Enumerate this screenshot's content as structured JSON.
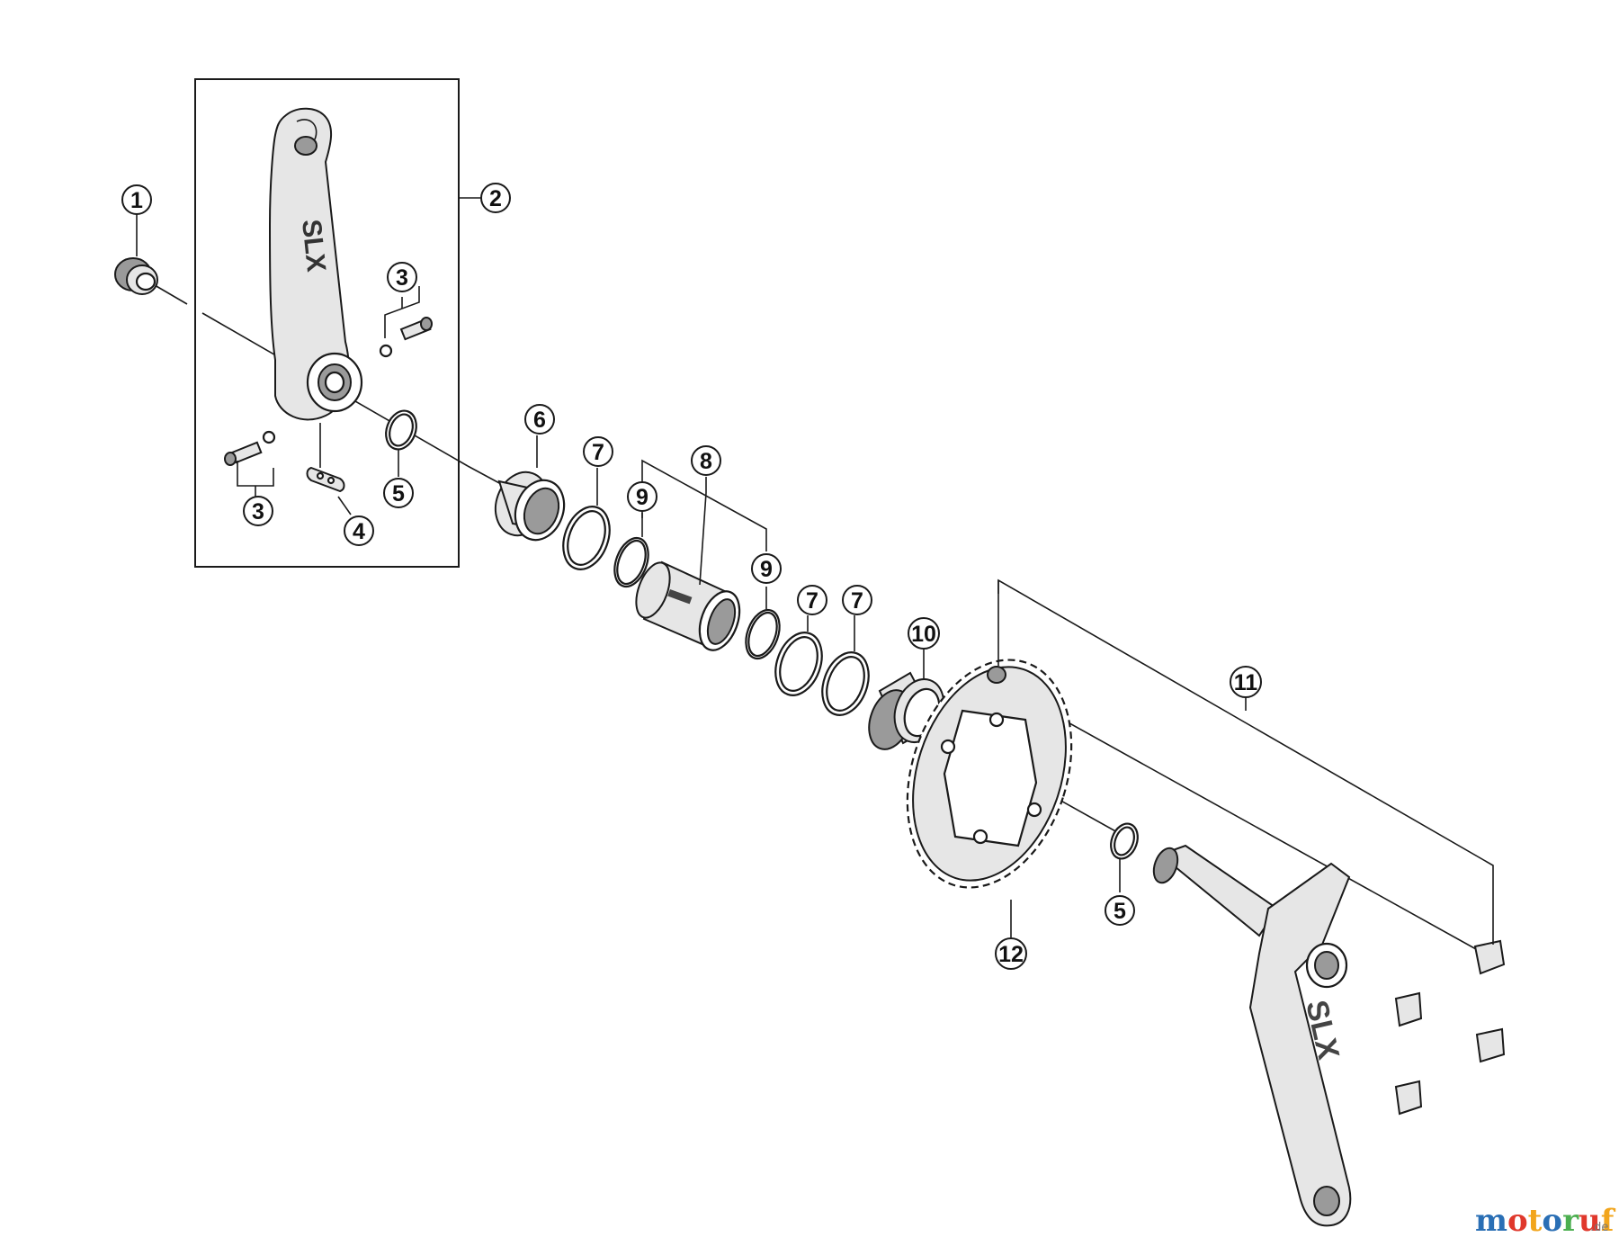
{
  "callouts": [
    {
      "id": "1",
      "label": "1"
    },
    {
      "id": "2",
      "label": "2"
    },
    {
      "id": "3a",
      "label": "3"
    },
    {
      "id": "3b",
      "label": "3"
    },
    {
      "id": "4",
      "label": "4"
    },
    {
      "id": "5a",
      "label": "5"
    },
    {
      "id": "5b",
      "label": "5"
    },
    {
      "id": "6",
      "label": "6"
    },
    {
      "id": "7a",
      "label": "7"
    },
    {
      "id": "7b",
      "label": "7"
    },
    {
      "id": "7c",
      "label": "7"
    },
    {
      "id": "8",
      "label": "8"
    },
    {
      "id": "9a",
      "label": "9"
    },
    {
      "id": "9b",
      "label": "9"
    },
    {
      "id": "10",
      "label": "10"
    },
    {
      "id": "11",
      "label": "11"
    },
    {
      "id": "12",
      "label": "12"
    }
  ],
  "watermark": {
    "text_parts": [
      {
        "text": "m",
        "color": "#2a6fb5"
      },
      {
        "text": "o",
        "color": "#e0382c"
      },
      {
        "text": "t",
        "color": "#f2a51c"
      },
      {
        "text": "o",
        "color": "#2a6fb5"
      },
      {
        "text": "r",
        "color": "#4caf50"
      },
      {
        "text": "u",
        "color": "#e0382c"
      },
      {
        "text": "f",
        "color": "#f2a51c"
      }
    ],
    "suffix": ".de"
  }
}
